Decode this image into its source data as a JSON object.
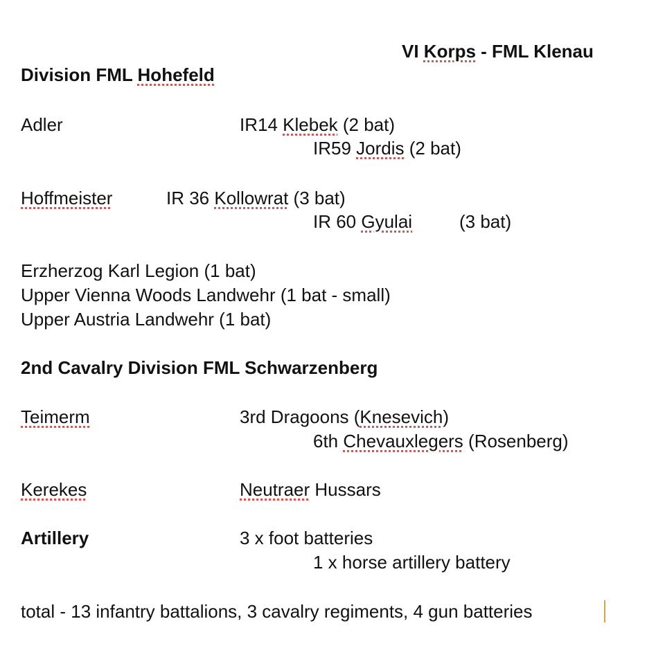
{
  "document": {
    "runs": [
      {
        "id": "korps-title",
        "segments": [
          {
            "text": "VI "
          },
          {
            "text": "Korps",
            "spell": true
          },
          {
            "text": " - FML Klenau"
          }
        ],
        "bold": true
      },
      {
        "id": "division-heading",
        "segments": [
          {
            "text": "Division FML "
          },
          {
            "text": "Hohefeld",
            "spell": true
          }
        ],
        "bold": true
      },
      {
        "id": "brigade-adler",
        "segments": [
          {
            "text": "Adler"
          }
        ]
      },
      {
        "id": "ir14",
        "segments": [
          {
            "text": "IR14 "
          },
          {
            "text": "Klebek",
            "spell": true
          },
          {
            "text": " (2 bat)"
          }
        ]
      },
      {
        "id": "ir59",
        "segments": [
          {
            "text": "IR59 "
          },
          {
            "text": "Jordis",
            "spell": true
          },
          {
            "text": " (2 bat)"
          }
        ]
      },
      {
        "id": "brigade-hoffmeister",
        "segments": [
          {
            "text": "Hoffmeister",
            "spell": true
          }
        ]
      },
      {
        "id": "ir36",
        "segments": [
          {
            "text": "IR 36 "
          },
          {
            "text": "Kollowrat",
            "spell": true
          },
          {
            "text": " (3 bat)"
          }
        ]
      },
      {
        "id": "ir60",
        "segments": [
          {
            "text": "IR 60 "
          },
          {
            "text": "Gyulai",
            "spell": true
          }
        ]
      },
      {
        "id": "ir60-bat",
        "segments": [
          {
            "text": "(3 bat)"
          }
        ]
      },
      {
        "id": "legion",
        "segments": [
          {
            "text": "Erzherzog Karl Legion (1 bat)"
          }
        ]
      },
      {
        "id": "vienna-woods",
        "segments": [
          {
            "text": "Upper Vienna Woods Landwehr (1 bat - small)"
          }
        ]
      },
      {
        "id": "upper-austria",
        "segments": [
          {
            "text": "Upper Austria Landwehr (1 bat)"
          }
        ]
      },
      {
        "id": "cavalry-heading",
        "segments": [
          {
            "text": "2nd Cavalry Division FML Schwarzenberg"
          }
        ],
        "bold": true
      },
      {
        "id": "brigade-teimerm",
        "segments": [
          {
            "text": "Teimerm",
            "spell": true
          }
        ]
      },
      {
        "id": "dragoons",
        "segments": [
          {
            "text": "3rd Dragoons ("
          },
          {
            "text": "Knesevich",
            "spell": true
          },
          {
            "text": ")"
          }
        ]
      },
      {
        "id": "chevauxlegers",
        "segments": [
          {
            "text": "6th "
          },
          {
            "text": "Chevauxlegers",
            "spell": true
          },
          {
            "text": " (Rosenberg)"
          }
        ]
      },
      {
        "id": "brigade-kerekes",
        "segments": [
          {
            "text": "Kerekes",
            "spell": true
          }
        ]
      },
      {
        "id": "hussars",
        "segments": [
          {
            "text": "Neutraer",
            "spell": true
          },
          {
            "text": " Hussars"
          }
        ]
      },
      {
        "id": "artillery-heading",
        "segments": [
          {
            "text": "Artillery"
          }
        ],
        "bold": true
      },
      {
        "id": "foot-batteries",
        "segments": [
          {
            "text": "3 x foot batteries"
          }
        ]
      },
      {
        "id": "horse-battery",
        "segments": [
          {
            "text": "1 x horse artillery battery"
          }
        ]
      },
      {
        "id": "total",
        "segments": [
          {
            "text": "total - 13 infantry battalions, 3 cavalry regiments, 4 gun batteries"
          }
        ]
      }
    ]
  },
  "colors": {
    "spellcheck": "#d9534f",
    "caret": "#d9a441",
    "text": "#111111"
  }
}
